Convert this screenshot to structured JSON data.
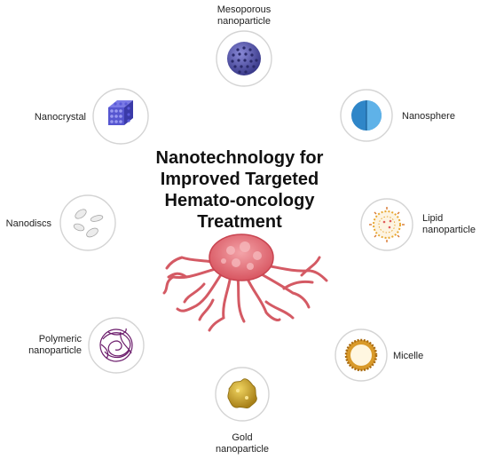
{
  "title_lines": [
    "Nanotechnology for",
    "Improved Targeted",
    "Hemato-oncology",
    "Treatment"
  ],
  "center_image": "tumor-with-blood-vessels",
  "nodes": [
    {
      "label_lines": [
        "Mesoporous",
        "nanoparticle"
      ],
      "icon": "mesoporous-nanoparticle-icon",
      "color": "#4a4a9a"
    },
    {
      "label_lines": [
        "Nanosphere"
      ],
      "icon": "nanosphere-icon",
      "color": "#2a7ab8"
    },
    {
      "label_lines": [
        "Lipid",
        "nanoparticle"
      ],
      "icon": "lipid-nanoparticle-icon",
      "color": "#e0a030"
    },
    {
      "label_lines": [
        "Micelle"
      ],
      "icon": "micelle-icon",
      "color": "#d49a28"
    },
    {
      "label_lines": [
        "Gold",
        "nanoparticle"
      ],
      "icon": "gold-nanoparticle-icon",
      "color": "#c9a227"
    },
    {
      "label_lines": [
        "Polymeric",
        "nanoparticle"
      ],
      "icon": "polymeric-nanoparticle-icon",
      "color": "#6a1a6a"
    },
    {
      "label_lines": [
        "Nanodiscs"
      ],
      "icon": "nanodisc-icon",
      "color": "#c8c8c8"
    },
    {
      "label_lines": [
        "Nanocrystal"
      ],
      "icon": "nanocrystal-icon",
      "color": "#5a5ad0"
    }
  ]
}
